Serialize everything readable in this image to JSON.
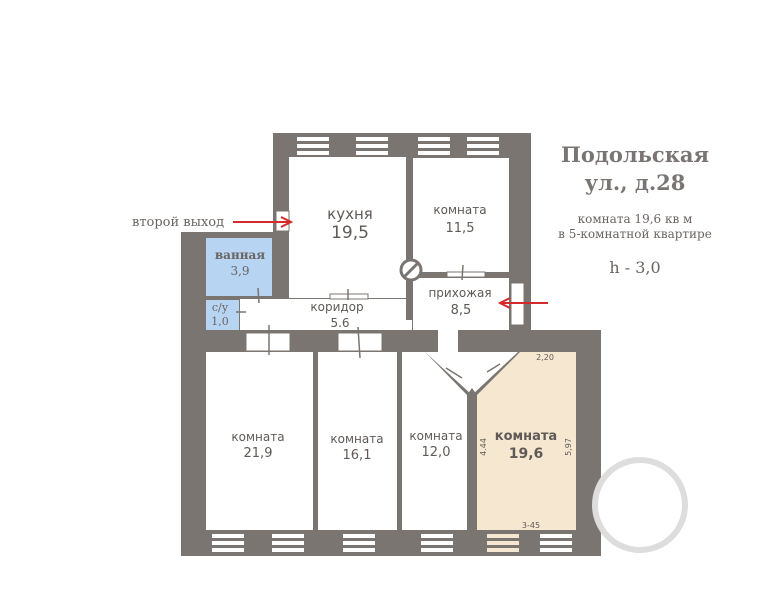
{
  "colors": {
    "wall": "#7b7571",
    "bath": "#b8d4f3",
    "highlight_room": "#f5e7d0",
    "arrow": "#d42a2a"
  },
  "header": {
    "title_line1": "Подольская",
    "title_line2": "ул., д.28",
    "subtitle_line1": "комната 19,6 кв м",
    "subtitle_line2": "в 5-комнатной квартире",
    "height": "h - 3,0"
  },
  "annotations": {
    "second_exit": "второй выход"
  },
  "rooms": {
    "kitchen": {
      "name": "кухня",
      "area": "19,5"
    },
    "room_top": {
      "name": "комната",
      "area": "11,5"
    },
    "bath": {
      "name": "ванная",
      "area": "3,9"
    },
    "wc": {
      "name": "с/у",
      "area": "1,0"
    },
    "corridor": {
      "name": "коридор",
      "area": "5.6"
    },
    "hallway": {
      "name": "прихожая",
      "area": "8,5"
    },
    "room_a": {
      "name": "комната",
      "area": "21,9"
    },
    "room_b": {
      "name": "комната",
      "area": "16,1"
    },
    "room_c": {
      "name": "комната",
      "area": "12,0"
    },
    "room_d": {
      "name": "комната",
      "area": "19,6"
    }
  },
  "dimensions": {
    "top": "2,20",
    "left": "4.44",
    "right": "5,97",
    "bottom": "3-45"
  }
}
